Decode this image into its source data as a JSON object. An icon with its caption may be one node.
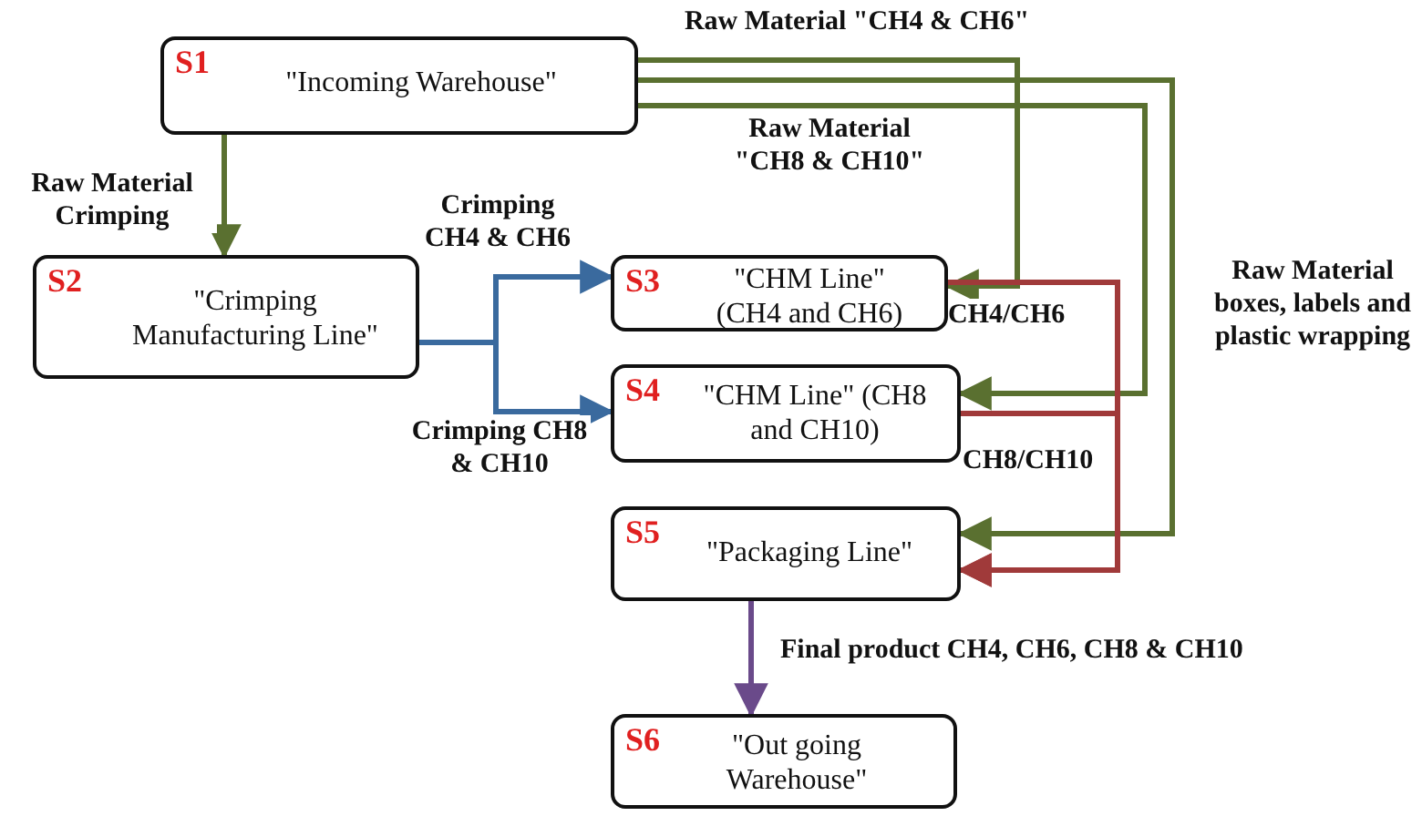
{
  "diagram": {
    "nodes": [
      {
        "text": [
          "S1",
          "\"Incoming Warehouse\""
        ]
      },
      {
        "text": [
          "S2",
          "\"Crimping Manufacturing Line\""
        ]
      },
      {
        "text": [
          "S3",
          "\"CHM Line\" (CH4 and CH6)"
        ]
      },
      {
        "text": [
          "S4",
          "\"CHM Line\" (CH8 and CH10)"
        ]
      },
      {
        "text": [
          "S5",
          "\"Packaging Line\""
        ]
      },
      {
        "text": [
          "S6",
          "\"Out going Warehouse\""
        ]
      }
    ],
    "edges": [
      {
        "from": 0,
        "to": 1,
        "arrow": "to",
        "label": "Raw Material Crimping",
        "color": "#5a7030"
      },
      {
        "from": 1,
        "to": 2,
        "arrow": "to",
        "label": "Crimping CH4 & CH6",
        "color": "#3a6a9e"
      },
      {
        "from": 1,
        "to": 3,
        "arrow": "to",
        "label": "Crimping CH8 & CH10",
        "color": "#3a6a9e"
      },
      {
        "from": 0,
        "to": 2,
        "arrow": "to",
        "label": "Raw Material \"CH4 & CH6\"",
        "color": "#5a7030"
      },
      {
        "from": 0,
        "to": 3,
        "arrow": "to",
        "label": "Raw Material \"CH8 & CH10\"",
        "color": "#5a7030"
      },
      {
        "from": 0,
        "to": 4,
        "arrow": "to",
        "label": "Raw Material boxes, labels and plastic wrapping",
        "color": "#5a7030"
      },
      {
        "from": 2,
        "to": 4,
        "arrow": "to",
        "label": "CH4/CH6",
        "color": "#a03a3a"
      },
      {
        "from": 3,
        "to": 4,
        "arrow": "to",
        "label": "CH8/CH10",
        "color": "#a03a3a"
      },
      {
        "from": 4,
        "to": 5,
        "arrow": "to",
        "label": "Final product CH4, CH6, CH8 & CH10",
        "color": "#6a4a8a"
      }
    ]
  }
}
